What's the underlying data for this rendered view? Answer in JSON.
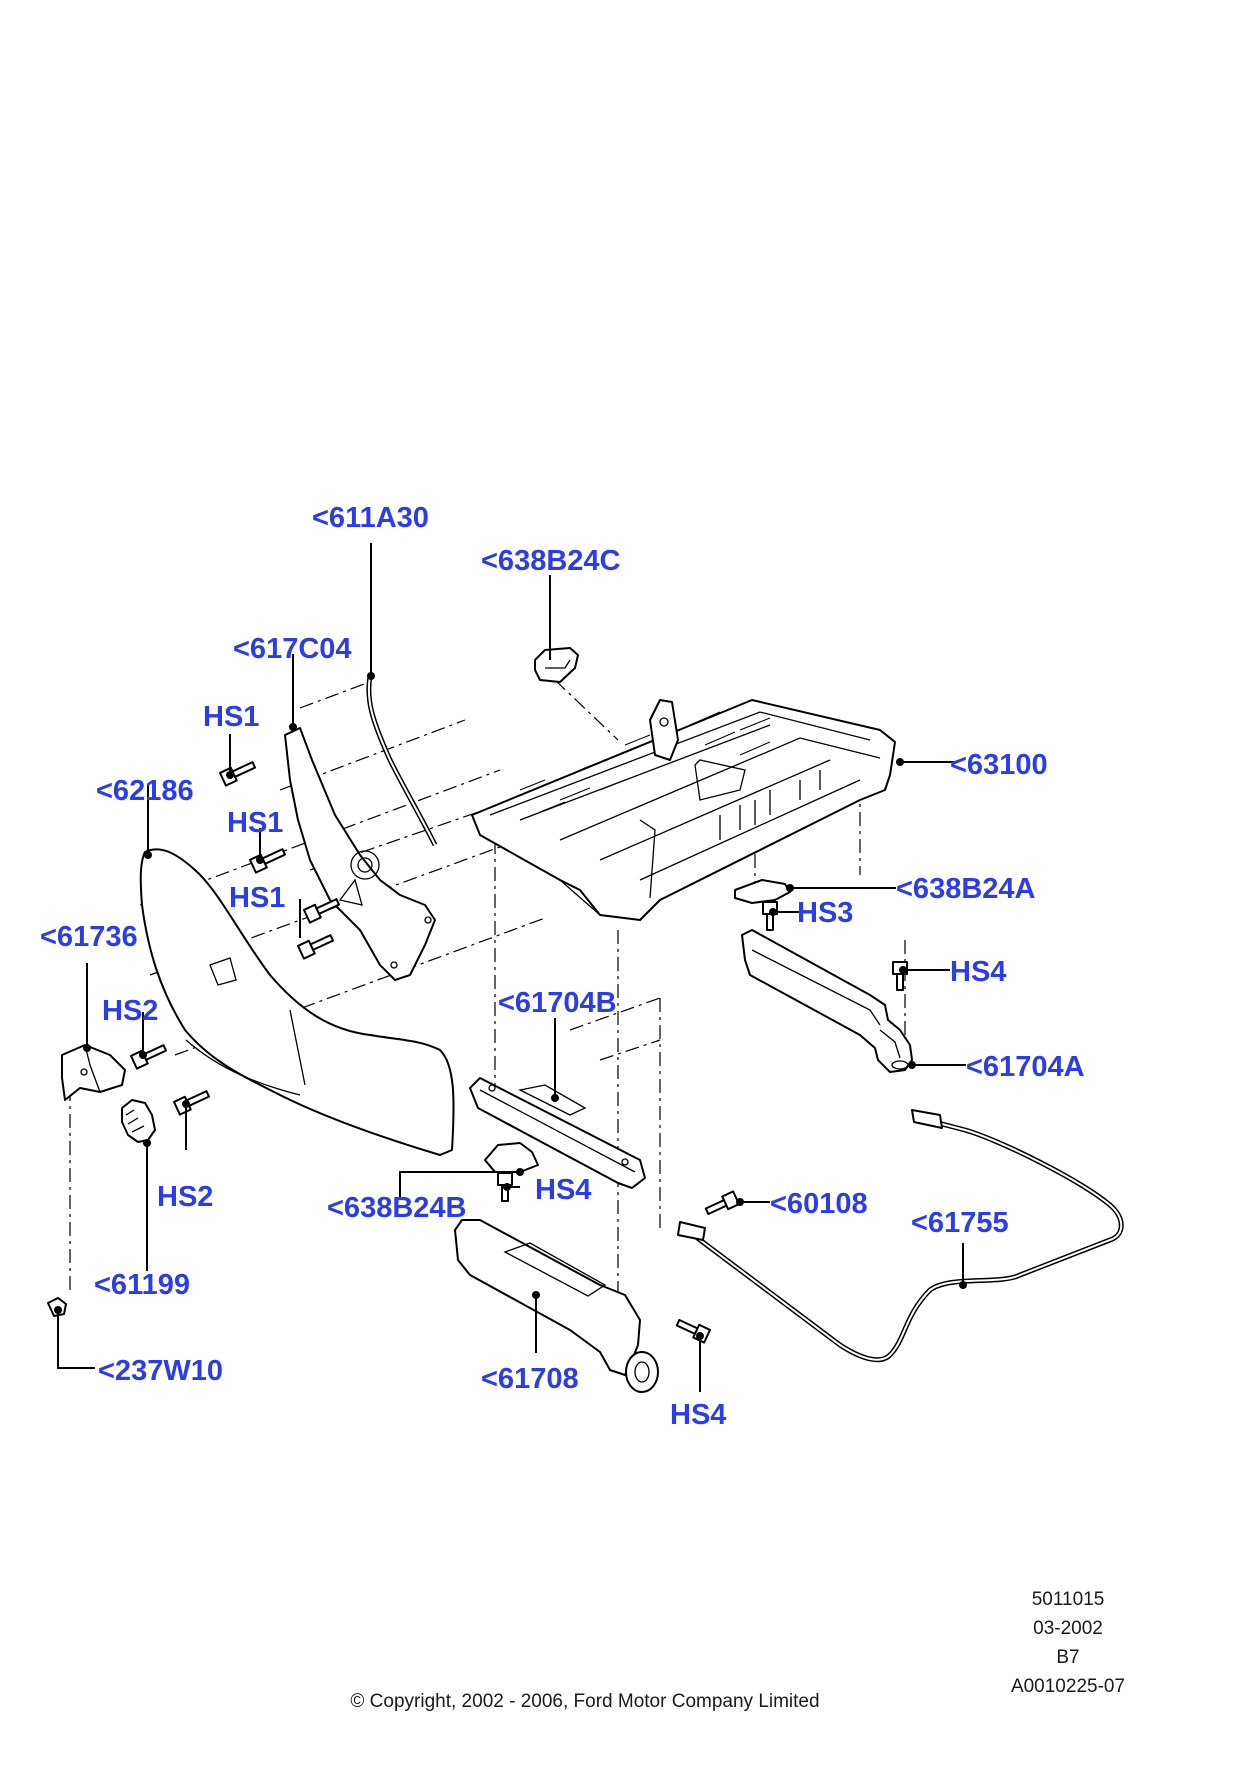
{
  "diagram": {
    "labels": {
      "l611A30": "<611A30",
      "l638B24C": "<638B24C",
      "l617C04": "<617C04",
      "lHS1a": "HS1",
      "l62186": "<62186",
      "lHS1b": "HS1",
      "l63100": "<63100",
      "lHS1c": "HS1",
      "l638B24A": "<638B24A",
      "lHS3": "HS3",
      "l61736": "<61736",
      "lHS4a": "HS4",
      "l61704B": "<61704B",
      "lHS2a": "HS2",
      "l61704A": "<61704A",
      "lHS2b": "HS2",
      "l60108": "<60108",
      "l638B24B": "<638B24B",
      "lHS4b": "HS4",
      "l61755": "<61755",
      "l61199": "<61199",
      "l237W10": "<237W10",
      "l61708": "<61708",
      "lHS4c": "HS4"
    },
    "label_color": "#2a3de6"
  },
  "footer": {
    "ref_number": "5011015",
    "date": "03-2002",
    "code": "B7",
    "illustration_id": "A0010225-07",
    "copyright": "© Copyright, 2002 - 2006, Ford Motor Company Limited"
  }
}
